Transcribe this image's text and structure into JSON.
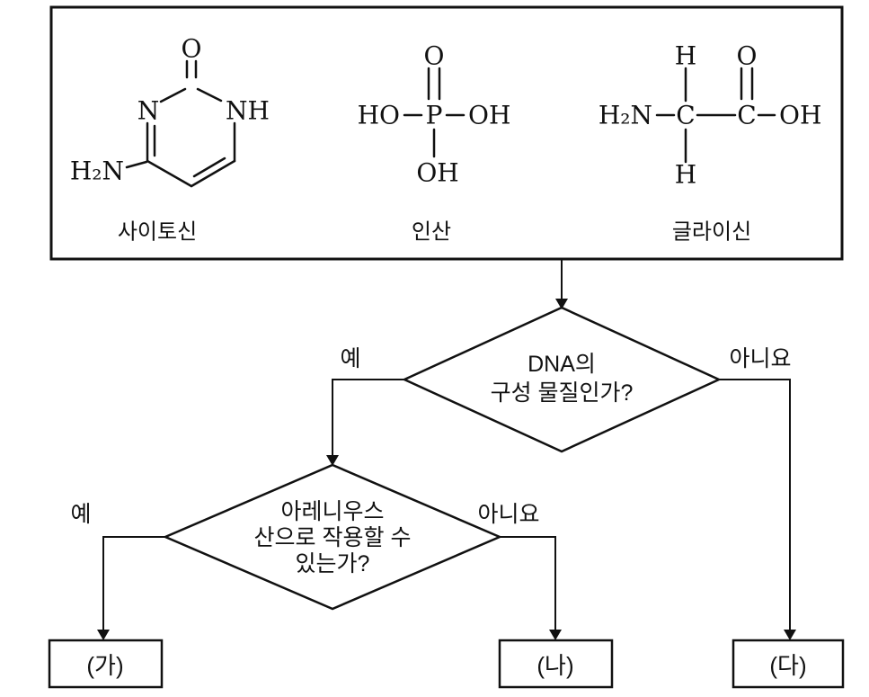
{
  "diagram": {
    "molecules": {
      "cytosine": {
        "name": "사이토신",
        "atoms": {
          "o": "O",
          "n": "N",
          "nh": "NH",
          "h2n": "H₂N"
        }
      },
      "phosphoric_acid": {
        "name": "인산",
        "atoms": {
          "o": "O",
          "ho": "HO",
          "p": "P",
          "oh_right": "OH",
          "oh_bottom": "OH"
        }
      },
      "glycine": {
        "name": "글라이신",
        "atoms": {
          "h2n": "H₂N",
          "c1": "C",
          "c2": "C",
          "h_top": "H",
          "h_bottom": "H",
          "o": "O",
          "oh": "OH"
        }
      }
    },
    "flowchart": {
      "decision1": {
        "line1": "DNA의",
        "line2": "구성 물질인가?",
        "yes": "예",
        "no": "아니요"
      },
      "decision2": {
        "line1": "아레니우스",
        "line2": "산으로 작용할 수",
        "line3": "있는가?",
        "yes": "예",
        "no": "아니요"
      },
      "results": {
        "ga": "(가)",
        "na": "(나)",
        "da": "(다)"
      }
    }
  }
}
